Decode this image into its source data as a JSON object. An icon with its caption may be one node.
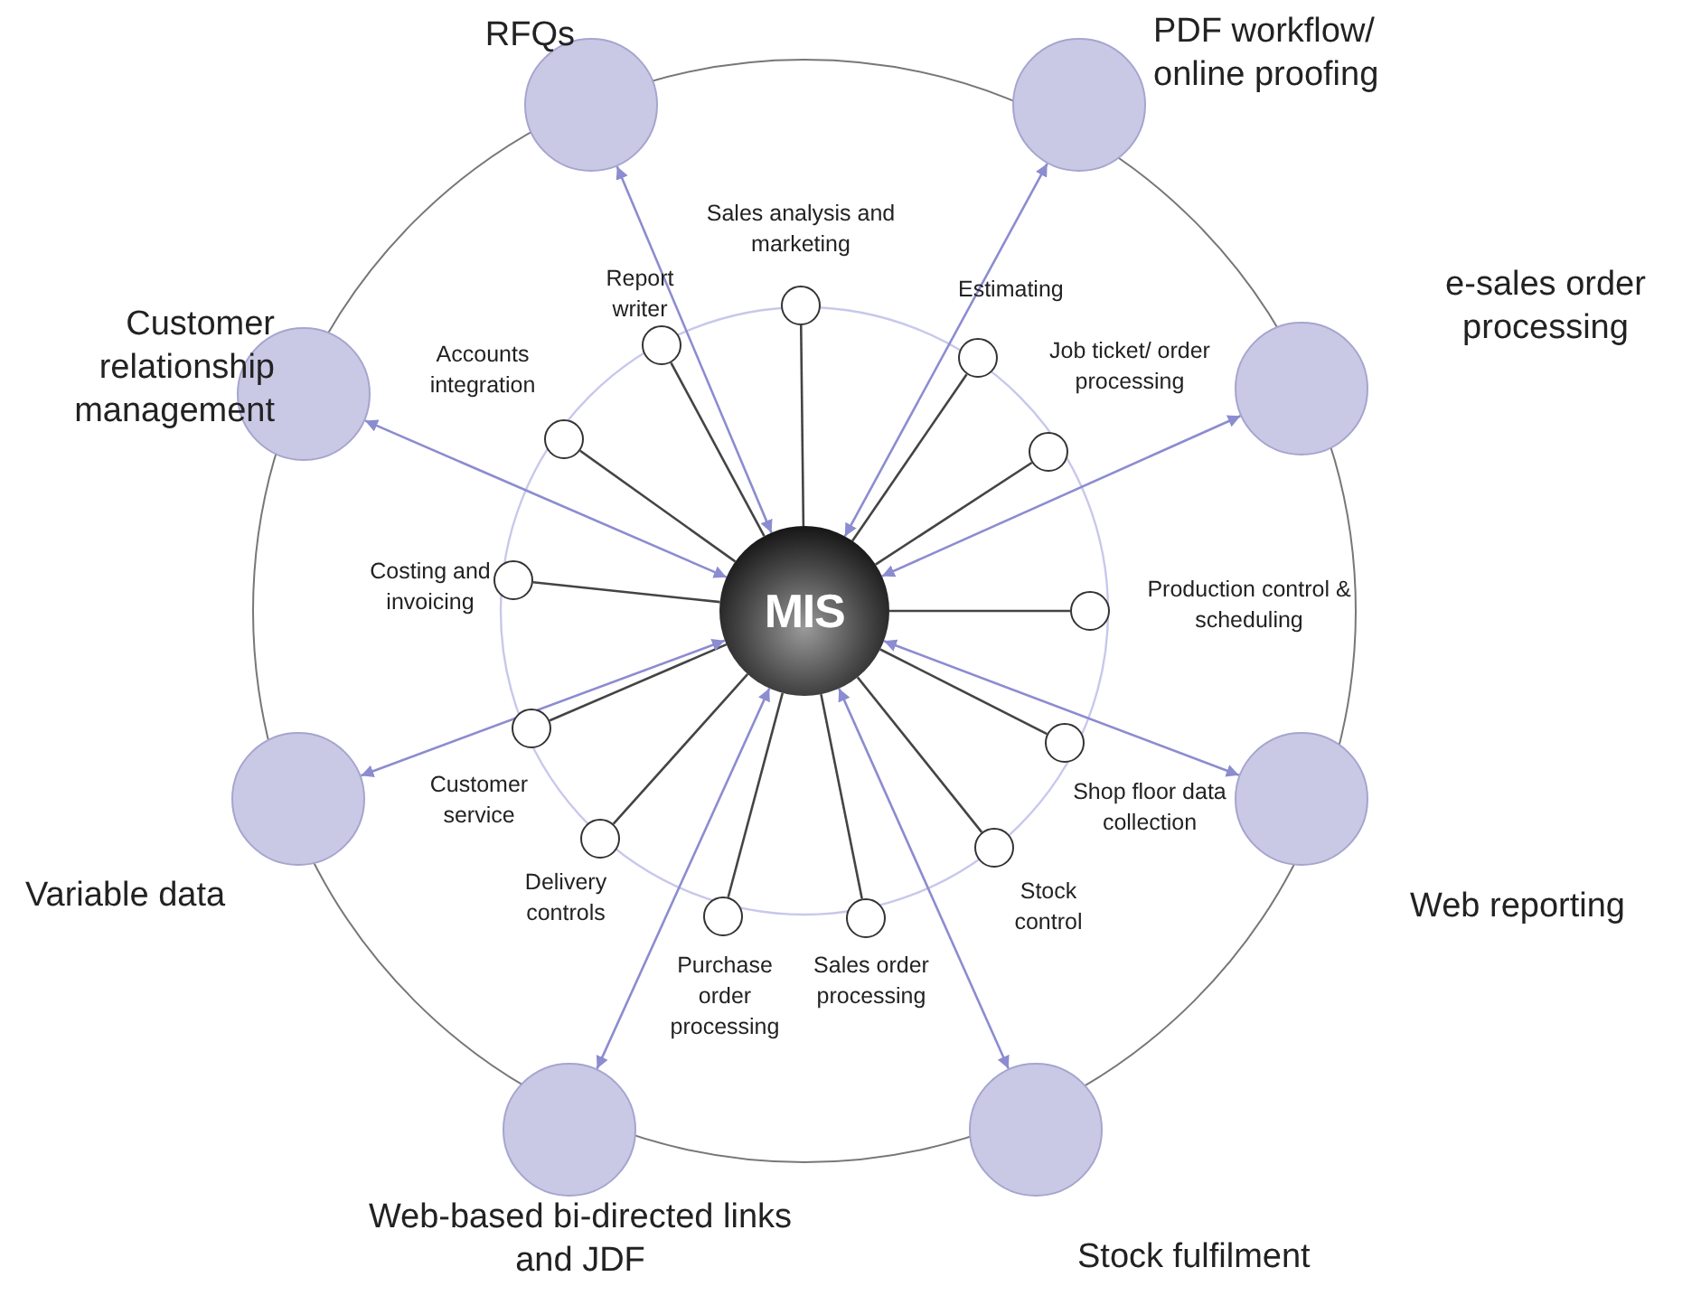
{
  "diagram": {
    "nodes": [
      {
        "text": [
          "RFQs"
        ]
      },
      {
        "text": [
          "PDF workflow/ online proofing"
        ]
      },
      {
        "text": [
          "Sales analysis and marketing"
        ]
      },
      {
        "text": [
          "Report writer"
        ]
      },
      {
        "text": [
          "Estimating"
        ]
      },
      {
        "text": [
          "Accounts integration"
        ]
      },
      {
        "text": [
          "e-sales order processing"
        ]
      },
      {
        "text": [
          "Job ticket/ order processing"
        ]
      },
      {
        "text": [
          "Customer relationship management"
        ]
      },
      {
        "text": [
          "MIS"
        ]
      },
      {
        "text": [
          "Costing and invoicing"
        ]
      },
      {
        "text": [
          "Production control & scheduling"
        ]
      },
      {
        "text": [
          "Customer service"
        ]
      },
      {
        "text": [
          "Shop floor data collection"
        ]
      },
      {
        "text": [
          "Variable data"
        ]
      },
      {
        "text": [
          "Web reporting"
        ]
      },
      {
        "text": [
          "Delivery controls"
        ]
      },
      {
        "text": [
          "Stock control"
        ]
      },
      {
        "text": [
          "Purchase order processing"
        ]
      },
      {
        "text": [
          "Sales order processing"
        ]
      },
      {
        "text": [
          "Web-based bi-directed links and JDF"
        ]
      },
      {
        "text": [
          "Stock fulfilment"
        ]
      }
    ],
    "edges": [
      {
        "from": 0,
        "to": 9,
        "arrow": "both",
        "color": "#8c8cd0"
      },
      {
        "from": 1,
        "to": 9,
        "arrow": "both",
        "color": "#8c8cd0"
      },
      {
        "from": 2,
        "to": 9,
        "arrow": "none"
      },
      {
        "from": 3,
        "to": 9,
        "arrow": "none"
      },
      {
        "from": 4,
        "to": 9,
        "arrow": "none"
      },
      {
        "from": 5,
        "to": 9,
        "arrow": "none"
      },
      {
        "from": 6,
        "to": 9,
        "arrow": "both",
        "color": "#8c8cd0"
      },
      {
        "from": 7,
        "to": 9,
        "arrow": "none"
      },
      {
        "from": 8,
        "to": 9,
        "arrow": "both",
        "color": "#8c8cd0"
      },
      {
        "from": 10,
        "to": 9,
        "arrow": "none"
      },
      {
        "from": 11,
        "to": 9,
        "arrow": "none"
      },
      {
        "from": 12,
        "to": 9,
        "arrow": "none"
      },
      {
        "from": 13,
        "to": 9,
        "arrow": "none"
      },
      {
        "from": 14,
        "to": 9,
        "arrow": "both",
        "color": "#8c8cd0"
      },
      {
        "from": 15,
        "to": 9,
        "arrow": "both",
        "color": "#8c8cd0"
      },
      {
        "from": 16,
        "to": 9,
        "arrow": "none"
      },
      {
        "from": 17,
        "to": 9,
        "arrow": "none"
      },
      {
        "from": 18,
        "to": 9,
        "arrow": "none"
      },
      {
        "from": 19,
        "to": 9,
        "arrow": "none"
      },
      {
        "from": 20,
        "to": 9,
        "arrow": "both",
        "color": "#8c8cd0"
      },
      {
        "from": 21,
        "to": 9,
        "arrow": "both",
        "color": "#8c8cd0"
      }
    ]
  }
}
